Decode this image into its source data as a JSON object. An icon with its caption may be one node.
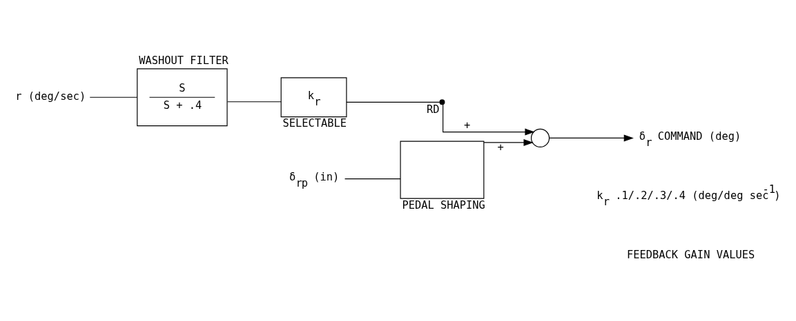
{
  "diagram": {
    "nodes": [
      {
        "text": [
          "r (deg/sec)"
        ]
      },
      {
        "text": [
          "WASHOUT FILTER",
          "S",
          "S + .4"
        ]
      },
      {
        "text": [
          "k$_{r}$"
        ],
        "beside": [
          "SELECTABLE"
        ]
      },
      {
        "text": [
          "δ$_{r}$$_{p}$ (in)"
        ]
      },
      {
        "text": [],
        "shape": "box",
        "beside": [
          "PEDAL SHAPING"
        ]
      },
      {
        "text": [],
        "shape": "switch",
        "beside": [
          "RD"
        ]
      },
      {
        "text": [],
        "shape": "circle"
      },
      {
        "text": [
          "δ$_{r}$ COMMAND (deg)"
        ]
      }
    ],
    "edges": [
      {
        "from": 0,
        "to": 1,
        "arrow": "none"
      },
      {
        "from": 1,
        "to": 2,
        "arrow": "none"
      },
      {
        "from": 2,
        "to": 5,
        "arrow": "none"
      },
      {
        "from": 5,
        "to": 6,
        "arrow": "to",
        "label": "+"
      },
      {
        "from": 3,
        "to": 4,
        "arrow": "none"
      },
      {
        "from": 4,
        "to": 6,
        "arrow": "to",
        "label": "+"
      },
      {
        "from": 6,
        "to": 7,
        "arrow": "to"
      }
    ],
    "labels": [
      "FEEDBACK GAIN VALUES",
      "k$_{r}$ .1/.2/.3/.4 (deg/deg sec$^{-1}$)"
    ]
  }
}
